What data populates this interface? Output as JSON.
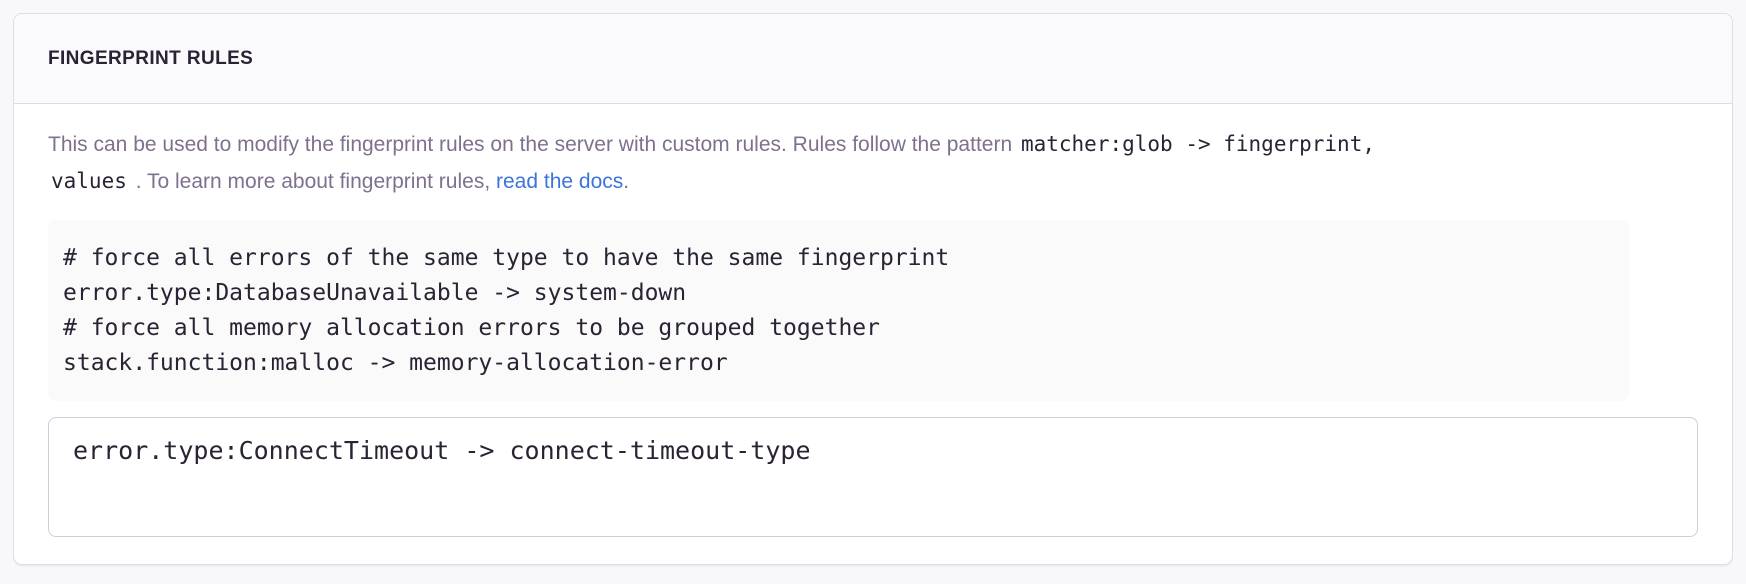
{
  "panel": {
    "title": "FINGERPRINT RULES"
  },
  "description": {
    "text_before_pattern": "This can be used to modify the fingerprint rules on the server with custom rules. Rules follow the pattern ",
    "pattern_code_line1": "matcher:glob -> fingerprint,",
    "pattern_code_line2": "values",
    "text_after_pattern": " . To learn more about fingerprint rules, ",
    "link_label": "read the docs",
    "text_end": "."
  },
  "code_example": {
    "lines": [
      "# force all errors of the same type to have the same fingerprint",
      "error.type:DatabaseUnavailable -> system-down",
      "# force all memory allocation errors to be grouped together",
      "stack.function:malloc -> memory-allocation-error"
    ]
  },
  "editor": {
    "value": "error.type:ConnectTimeout -> connect-timeout-type"
  },
  "colors": {
    "link_blue": "#3c74dd",
    "heading_text": "#2b2233",
    "body_text": "#80708f",
    "code_text": "#2b2233",
    "panel_border": "#e0dce5",
    "code_block_bg": "#fafafa",
    "textarea_border": "#d2cbdb",
    "page_bg": "#f8f7fa"
  }
}
